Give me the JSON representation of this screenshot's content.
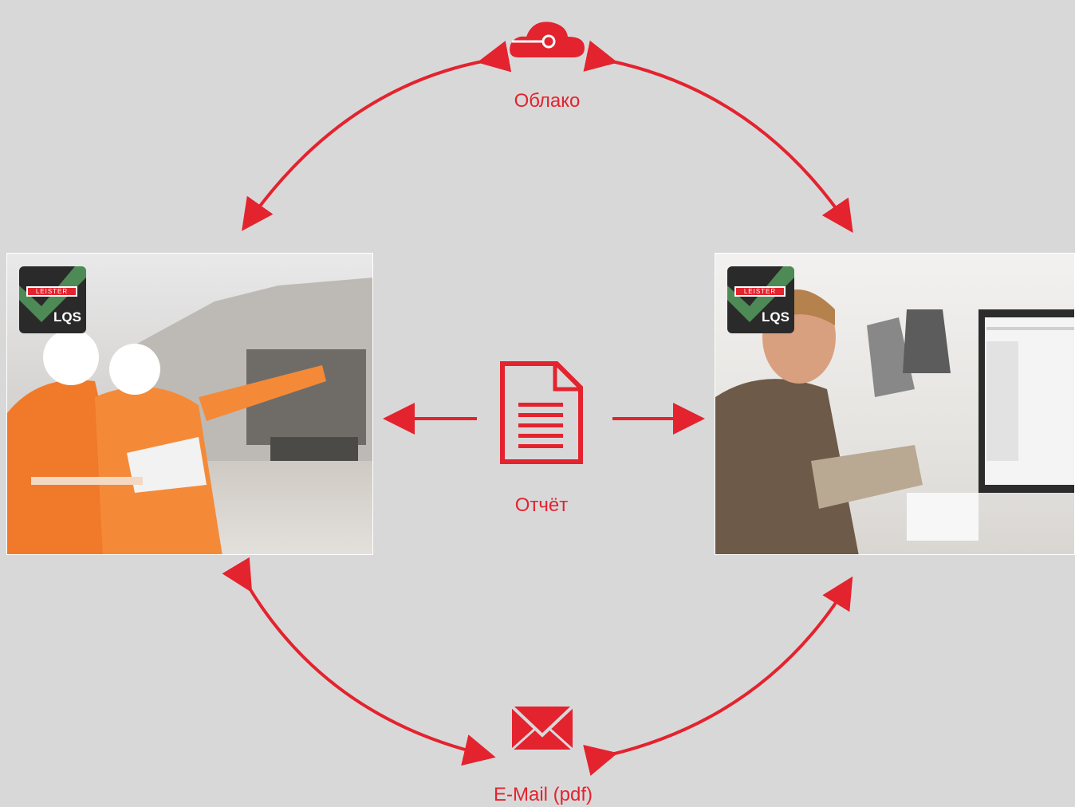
{
  "labels": {
    "cloud": "Облако",
    "report": "Отчёт",
    "email": "E-Mail (pdf)"
  },
  "badges": {
    "brand": "LEISTER",
    "product": "LQS"
  },
  "colors": {
    "accent": "#e3232e",
    "background": "#d9d8d9",
    "badge_bg": "#2b2a2b",
    "badge_check": "#4e8a55"
  },
  "icons": {
    "cloud": "cloud-icon",
    "report": "document-icon",
    "email": "envelope-icon"
  }
}
